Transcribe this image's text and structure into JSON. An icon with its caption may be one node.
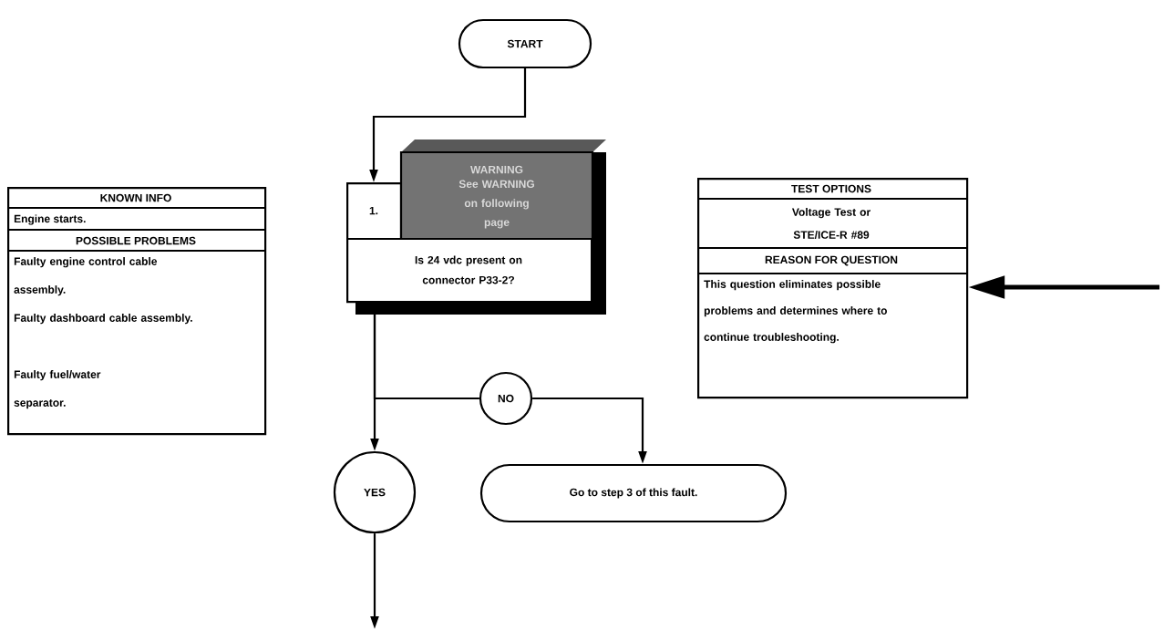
{
  "diagram": {
    "nodes": [
      {
        "text": [
          "START"
        ]
      },
      {
        "text": [
          "1.",
          "Is 24 vdc present on connector P33-2?"
        ]
      },
      {
        "text": [
          "WARNING",
          "See WARNING on following page"
        ]
      },
      {
        "text": [
          "KNOWN INFO",
          "Engine starts.",
          "POSSIBLE PROBLEMS",
          "Faulty engine control cable assembly.",
          "Faulty dashboard cable assembly.",
          "Faulty fuel/water separator."
        ]
      },
      {
        "text": [
          "TEST OPTIONS",
          "Voltage Test or STE/ICE-R #89",
          "REASON FOR QUESTION",
          "This question eliminates possible problems and determines where to continue troubleshooting."
        ]
      },
      {
        "text": [
          "NO"
        ]
      },
      {
        "text": [
          "YES"
        ]
      },
      {
        "text": [
          "Go to step 3 of this fault."
        ]
      }
    ],
    "edges": [
      {
        "from": 0,
        "to": 1,
        "arrow": "to"
      },
      {
        "from": 1,
        "to": 5,
        "arrow": "none"
      },
      {
        "from": 1,
        "to": 6,
        "arrow": "to"
      },
      {
        "from": 5,
        "to": 7,
        "arrow": "to"
      },
      {
        "from": 6,
        "to": null,
        "arrow": "to"
      },
      {
        "from": null,
        "to": 4,
        "arrow": "to",
        "style": "thick"
      }
    ]
  }
}
